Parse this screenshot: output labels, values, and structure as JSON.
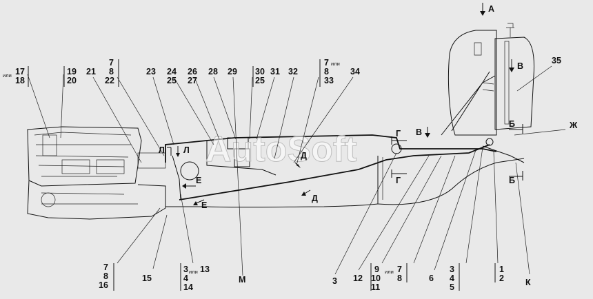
{
  "watermark": "AutoSoft",
  "top_labels": {
    "l17": "17",
    "l18": "18",
    "ili_a": "или",
    "l19": "19",
    "l20": "20",
    "l21": "21",
    "l7a": "7",
    "l8a": "8",
    "l22": "22",
    "l23": "23",
    "l24": "24",
    "l25a": "25",
    "l26": "26",
    "l27": "27",
    "l28": "28",
    "l29": "29",
    "l30": "30",
    "l25b": "25",
    "l31": "31",
    "l32": "32",
    "l7b": "7",
    "ili_b": "или",
    "l8b": "8",
    "l33": "33",
    "l34": "34",
    "l35": "35"
  },
  "bottom_labels": {
    "b7": "7",
    "b8": "8",
    "b16": "16",
    "b15": "15",
    "b3": "3",
    "ili_c": "или",
    "b13": "13",
    "b4": "4",
    "b14": "14",
    "bM": "М",
    "bZ": "3",
    "b12": "12",
    "b9": "9",
    "b10": "10",
    "b11": "11",
    "ili_d": "или",
    "b7c": "7",
    "b8c": "8",
    "b6": "6",
    "b3c": "3",
    "b4c": "4",
    "b5c": "5",
    "b1": "1",
    "b2": "2",
    "bK": "К"
  },
  "view_labels": {
    "A": "А",
    "V1": "В",
    "B1": "Б",
    "Zh": "Ж",
    "B2": "Б",
    "G1": "Г",
    "V2": "В",
    "G2": "Г",
    "L1": "Л",
    "L2": "Л",
    "D1": "Д",
    "E1": "Е",
    "E2": "Е",
    "D2": "Д"
  }
}
